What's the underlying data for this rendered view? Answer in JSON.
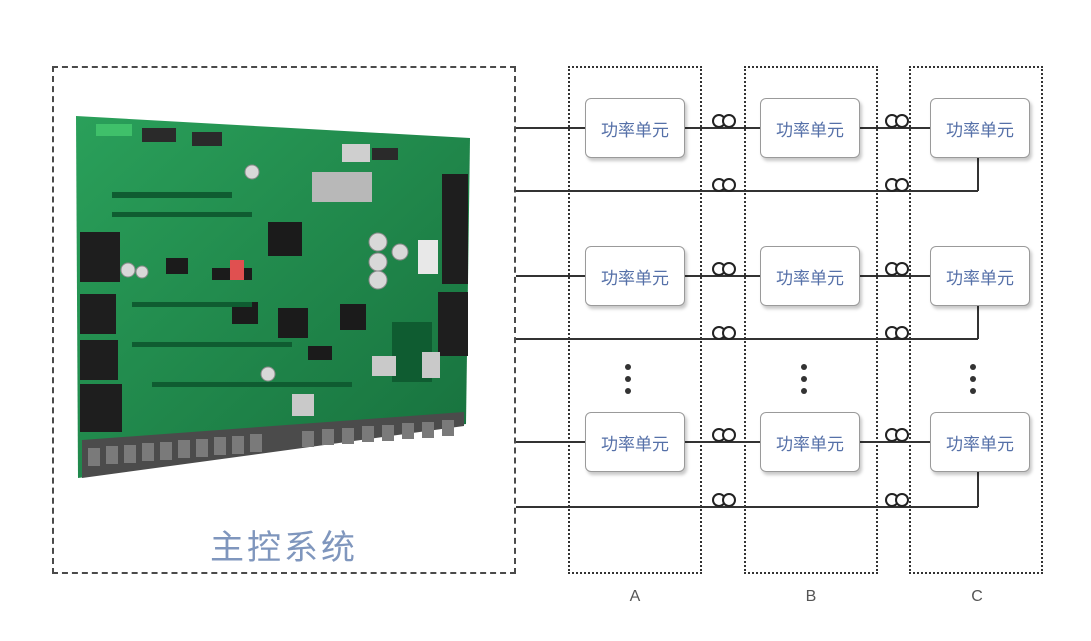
{
  "master": {
    "label": "主控系统"
  },
  "power_unit_label": "功率单元",
  "columns": [
    {
      "label": "A"
    },
    {
      "label": "B"
    },
    {
      "label": "C"
    }
  ],
  "colors": {
    "unit_text": "#5570a8",
    "master_label": "#7f96bd",
    "wire": "#333333",
    "pcb_green": "#1f8a4c"
  }
}
